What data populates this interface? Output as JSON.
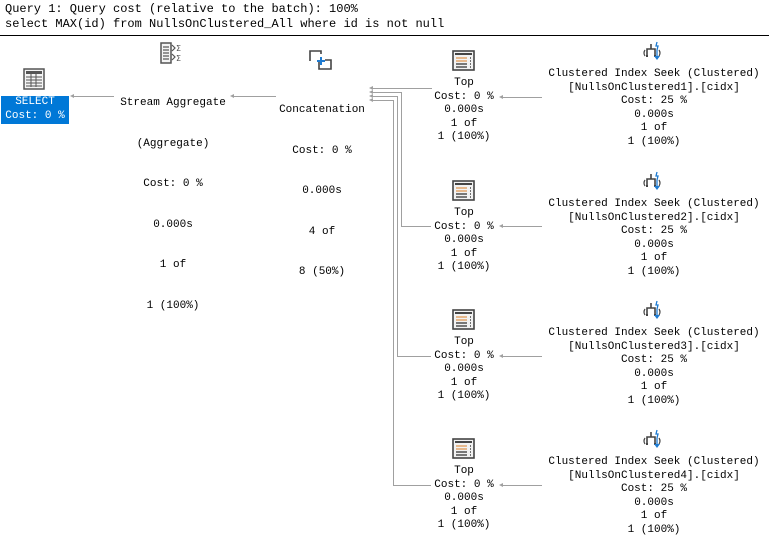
{
  "header": {
    "query_line": "Query 1: Query cost (relative to the batch): 100%",
    "sql_line": "select MAX(id) from NullsOnClustered_All where id is not null"
  },
  "plan": {
    "select": {
      "icon": "select-table-icon",
      "title": "SELECT",
      "cost": "Cost: 0 %",
      "selected": true,
      "selection_color": "#0078d7"
    },
    "stream_aggregate": {
      "icon": "stream-aggregate-icon",
      "title": "Stream Aggregate",
      "subtitle": "(Aggregate)",
      "cost": "Cost: 0 %",
      "time": "0.000s",
      "rows_of": "1 of",
      "rows_est": "1 (100%)"
    },
    "concatenation": {
      "icon": "concatenation-icon",
      "title": "Concatenation",
      "cost": "Cost: 0 %",
      "time": "0.000s",
      "rows_of": "4 of",
      "rows_est": "8 (50%)"
    },
    "tops": [
      {
        "icon": "top-icon",
        "title": "Top",
        "cost": "Cost: 0 %",
        "time": "0.000s",
        "rows_of": "1 of",
        "rows_est": "1 (100%)"
      },
      {
        "icon": "top-icon",
        "title": "Top",
        "cost": "Cost: 0 %",
        "time": "0.000s",
        "rows_of": "1 of",
        "rows_est": "1 (100%)"
      },
      {
        "icon": "top-icon",
        "title": "Top",
        "cost": "Cost: 0 %",
        "time": "0.000s",
        "rows_of": "1 of",
        "rows_est": "1 (100%)"
      },
      {
        "icon": "top-icon",
        "title": "Top",
        "cost": "Cost: 0 %",
        "time": "0.000s",
        "rows_of": "1 of",
        "rows_est": "1 (100%)"
      }
    ],
    "seeks": [
      {
        "icon": "clustered-index-seek-icon",
        "title": "Clustered Index Seek (Clustered)",
        "object": "[NullsOnClustered1].[cidx]",
        "cost": "Cost: 25 %",
        "time": "0.000s",
        "rows_of": "1 of",
        "rows_est": "1 (100%)"
      },
      {
        "icon": "clustered-index-seek-icon",
        "title": "Clustered Index Seek (Clustered)",
        "object": "[NullsOnClustered2].[cidx]",
        "cost": "Cost: 25 %",
        "time": "0.000s",
        "rows_of": "1 of",
        "rows_est": "1 (100%)"
      },
      {
        "icon": "clustered-index-seek-icon",
        "title": "Clustered Index Seek (Clustered)",
        "object": "[NullsOnClustered3].[cidx]",
        "cost": "Cost: 25 %",
        "time": "0.000s",
        "rows_of": "1 of",
        "rows_est": "1 (100%)"
      },
      {
        "icon": "clustered-index-seek-icon",
        "title": "Clustered Index Seek (Clustered)",
        "object": "[NullsOnClustered4].[cidx]",
        "cost": "Cost: 25 %",
        "time": "0.000s",
        "rows_of": "1 of",
        "rows_est": "1 (100%)"
      }
    ]
  }
}
